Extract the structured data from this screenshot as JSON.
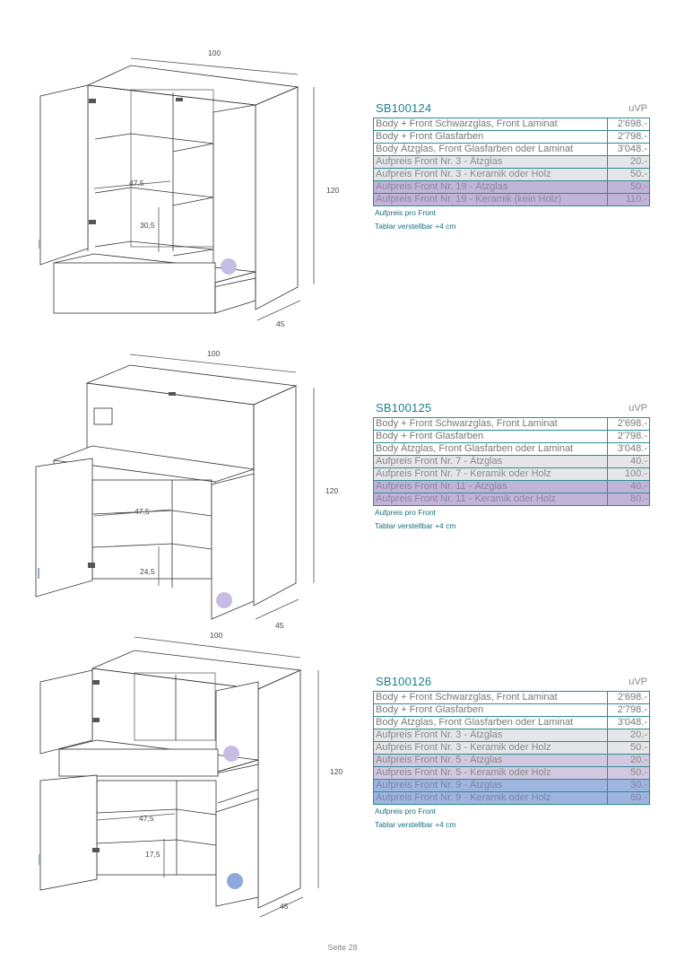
{
  "products": [
    {
      "code": "SB100124",
      "uvp_label": "uVP",
      "dimensions": {
        "width": "100",
        "height": "120",
        "depth": "45",
        "inner_width": "47,5",
        "shelf_gap": "30,5"
      },
      "rows": [
        {
          "label": "Body + Front Schwarzglas, Front Laminat",
          "price": "2'698.-",
          "color": "white"
        },
        {
          "label": "Body + Front Glasfarben",
          "price": "2'798.-",
          "color": "white"
        },
        {
          "label": "Body Ätzglas, Front Glasfarben oder Laminat",
          "price": "3'048.-",
          "color": "white"
        },
        {
          "label": "Aufpreis Front Nr. 3 - Ätzglas",
          "price": "20.-",
          "color": "grey"
        },
        {
          "label": "Aufpreis Front Nr. 3 - Keramik oder Holz",
          "price": "50.-",
          "color": "grey"
        },
        {
          "label": "Aufpreis Front Nr. 19 - Ätzglas",
          "price": "50.-",
          "color": "purple"
        },
        {
          "label": "Aufpreis Front Nr. 19 - Keramik (kein Holz)",
          "price": "110.-",
          "color": "purple"
        }
      ],
      "notes": [
        "Aufpreis pro Front",
        "Tablar verstellbar +4 cm"
      ]
    },
    {
      "code": "SB100125",
      "uvp_label": "uVP",
      "dimensions": {
        "width": "100",
        "height": "120",
        "depth": "45",
        "inner_width": "47,5",
        "shelf_gap": "24,5"
      },
      "rows": [
        {
          "label": "Body + Front Schwarzglas, Front Laminat",
          "price": "2'698.-",
          "color": "white"
        },
        {
          "label": "Body + Front Glasfarben",
          "price": "2'798.-",
          "color": "white"
        },
        {
          "label": "Body Ätzglas, Front Glasfarben oder Laminat",
          "price": "3'048.-",
          "color": "white"
        },
        {
          "label": "Aufpreis Front Nr. 7 - Ätzglas",
          "price": "40.-",
          "color": "grey"
        },
        {
          "label": "Aufpreis Front Nr. 7 - Keramik oder Holz",
          "price": "100.-",
          "color": "grey"
        },
        {
          "label": "Aufpreis Front Nr. 11 - Ätzglas",
          "price": "40.-",
          "color": "purple"
        },
        {
          "label": "Aufpreis Front Nr. 11 - Keramik oder Holz",
          "price": "80.-",
          "color": "purple"
        }
      ],
      "notes": [
        "Aufpreis pro Front",
        "Tablar verstellbar +4 cm"
      ]
    },
    {
      "code": "SB100126",
      "uvp_label": "uVP",
      "dimensions": {
        "width": "100",
        "height": "120",
        "depth": "45",
        "inner_width": "47,5",
        "shelf_gap": "17,5"
      },
      "rows": [
        {
          "label": "Body + Front Schwarzglas, Front Laminat",
          "price": "2'698.-",
          "color": "white"
        },
        {
          "label": "Body + Front Glasfarben",
          "price": "2'798.-",
          "color": "white"
        },
        {
          "label": "Body Ätzglas, Front Glasfarben oder Laminat",
          "price": "3'048.-",
          "color": "white"
        },
        {
          "label": "Aufpreis Front Nr. 3 - Ätzglas",
          "price": "20.-",
          "color": "grey"
        },
        {
          "label": "Aufpreis Front Nr. 3 - Keramik oder Holz",
          "price": "50.-",
          "color": "grey"
        },
        {
          "label": "Aufpreis Front Nr. 5 - Ätzglas",
          "price": "20.-",
          "color": "lav"
        },
        {
          "label": "Aufpreis Front Nr. 5 - Keramik oder Holz",
          "price": "50.-",
          "color": "lav"
        },
        {
          "label": "Aufpreis Front Nr. 9 - Ätzglas",
          "price": "30.-",
          "color": "blue"
        },
        {
          "label": "Aufpreis Front Nr. 9 - Keramik oder Holz",
          "price": "60.-",
          "color": "blue"
        }
      ],
      "notes": [
        "Aufpreis pro Front",
        "Tablar verstellbar +4 cm"
      ]
    }
  ],
  "colors": {
    "accent": "#2e8b95",
    "code": "#1c7f8d",
    "grey": "#e4e6e8",
    "purple": "#c1b4d8",
    "lavender": "#d2c8e0",
    "blue": "#9eb5e0"
  },
  "footer": {
    "page": "Seite 28"
  }
}
